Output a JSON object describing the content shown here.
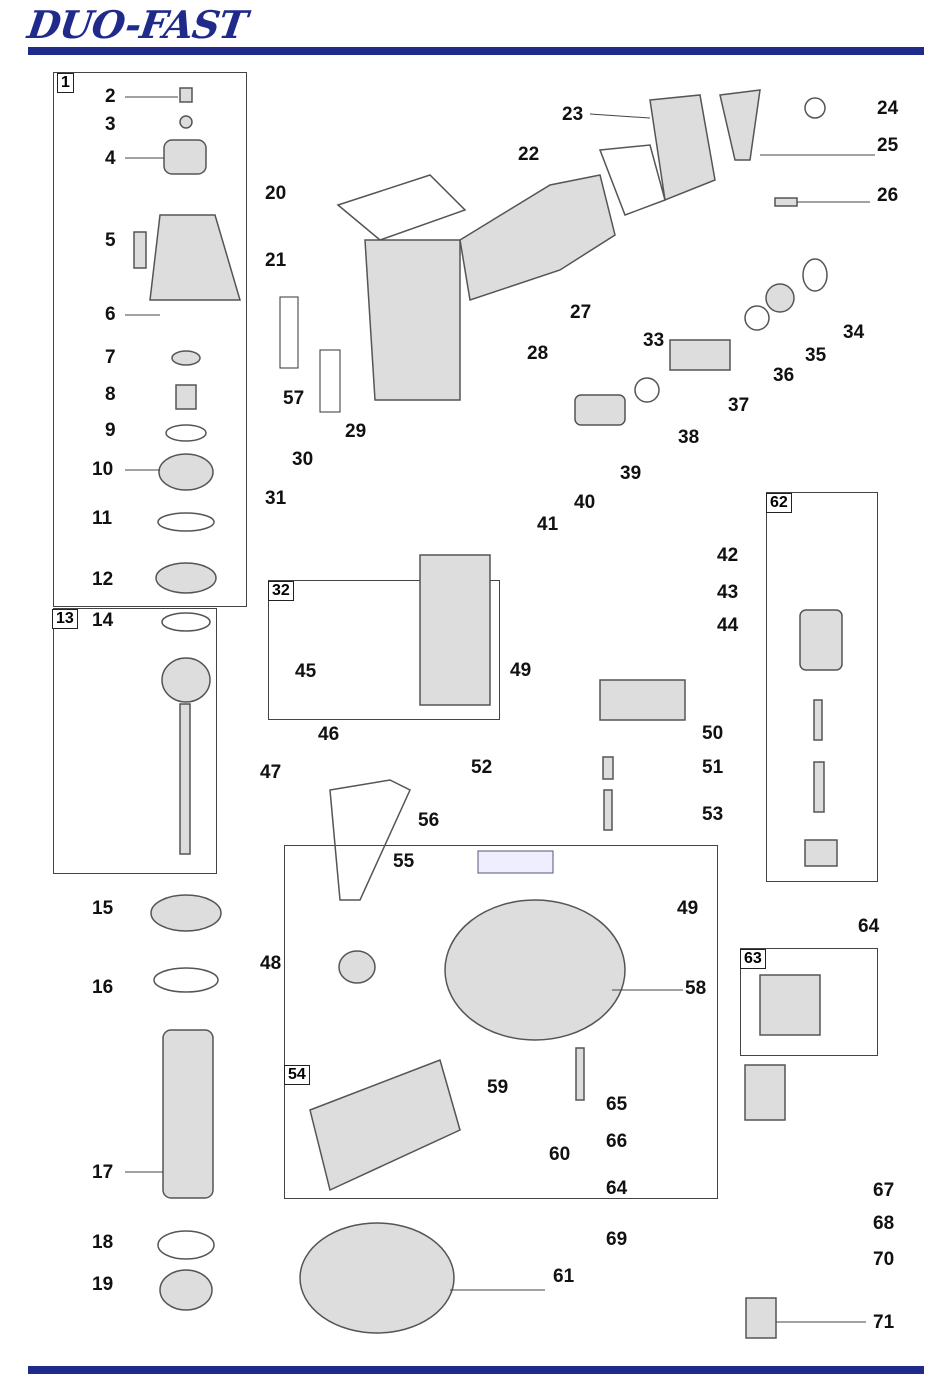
{
  "brand": {
    "logo_text": "DUO-FAST",
    "color": "#1f2a8a"
  },
  "diagram": {
    "title": "Exploded parts diagram",
    "assemblies": [
      {
        "id": "1",
        "label": "1"
      },
      {
        "id": "13",
        "label": "13"
      },
      {
        "id": "32",
        "label": "32"
      },
      {
        "id": "54",
        "label": "54"
      },
      {
        "id": "62",
        "label": "62"
      },
      {
        "id": "63",
        "label": "63"
      }
    ],
    "parts": [
      "2",
      "3",
      "4",
      "5",
      "6",
      "7",
      "8",
      "9",
      "10",
      "11",
      "12",
      "14",
      "15",
      "16",
      "17",
      "18",
      "19",
      "20",
      "21",
      "22",
      "23",
      "24",
      "25",
      "26",
      "27",
      "28",
      "29",
      "30",
      "31",
      "33",
      "34",
      "35",
      "36",
      "37",
      "38",
      "39",
      "40",
      "41",
      "42",
      "43",
      "44",
      "45",
      "46",
      "47",
      "48",
      "49",
      "49b",
      "50",
      "51",
      "52",
      "53",
      "55",
      "56",
      "57",
      "58",
      "59",
      "60",
      "61",
      "64",
      "64b",
      "65",
      "66",
      "67",
      "68",
      "69",
      "70",
      "71"
    ],
    "decals": {
      "brand_tag_1": "DUO-FAST",
      "brand_tag_2": "DUO-FAST"
    }
  }
}
